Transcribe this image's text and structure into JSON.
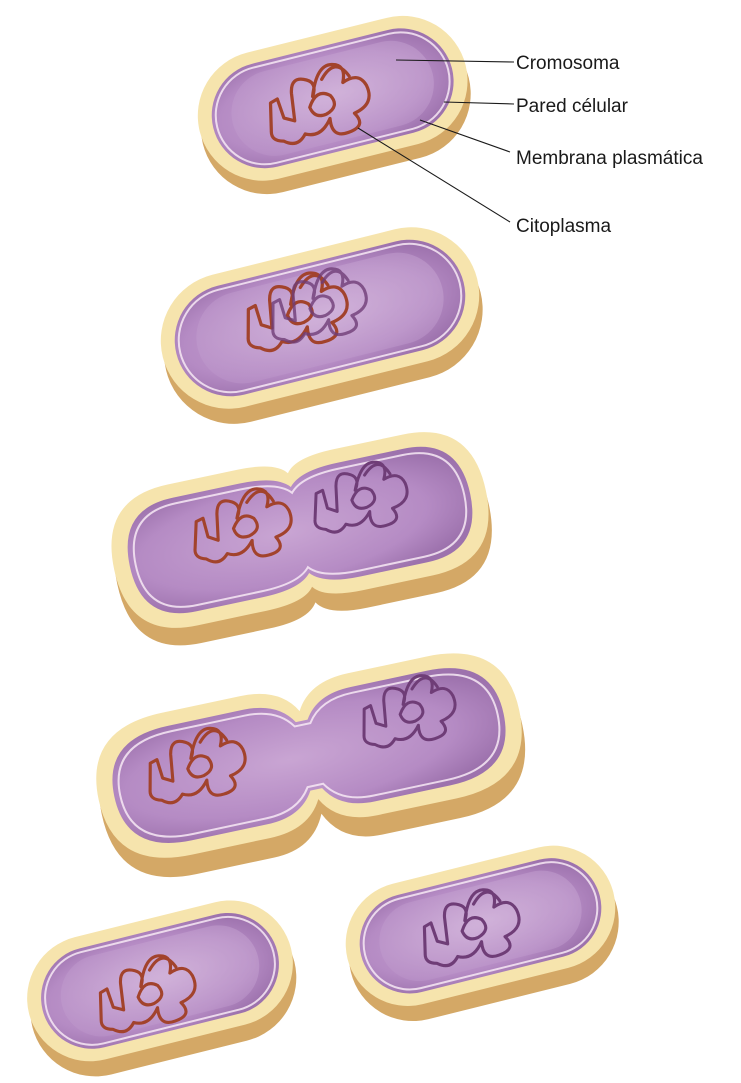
{
  "labels": {
    "chromosome": "Cromosoma",
    "cell_wall": "Pared célular",
    "plasma_membrane": "Membrana plasmática",
    "cytoplasm": "Citoplasma"
  },
  "colors": {
    "cell_wall": "#f6e4ad",
    "cell_wall_shadow": "#d4a866",
    "cytoplasm": "#b58bc4",
    "chromosome_red": "#a2432c",
    "chromosome_dark": "#6f3d77"
  }
}
